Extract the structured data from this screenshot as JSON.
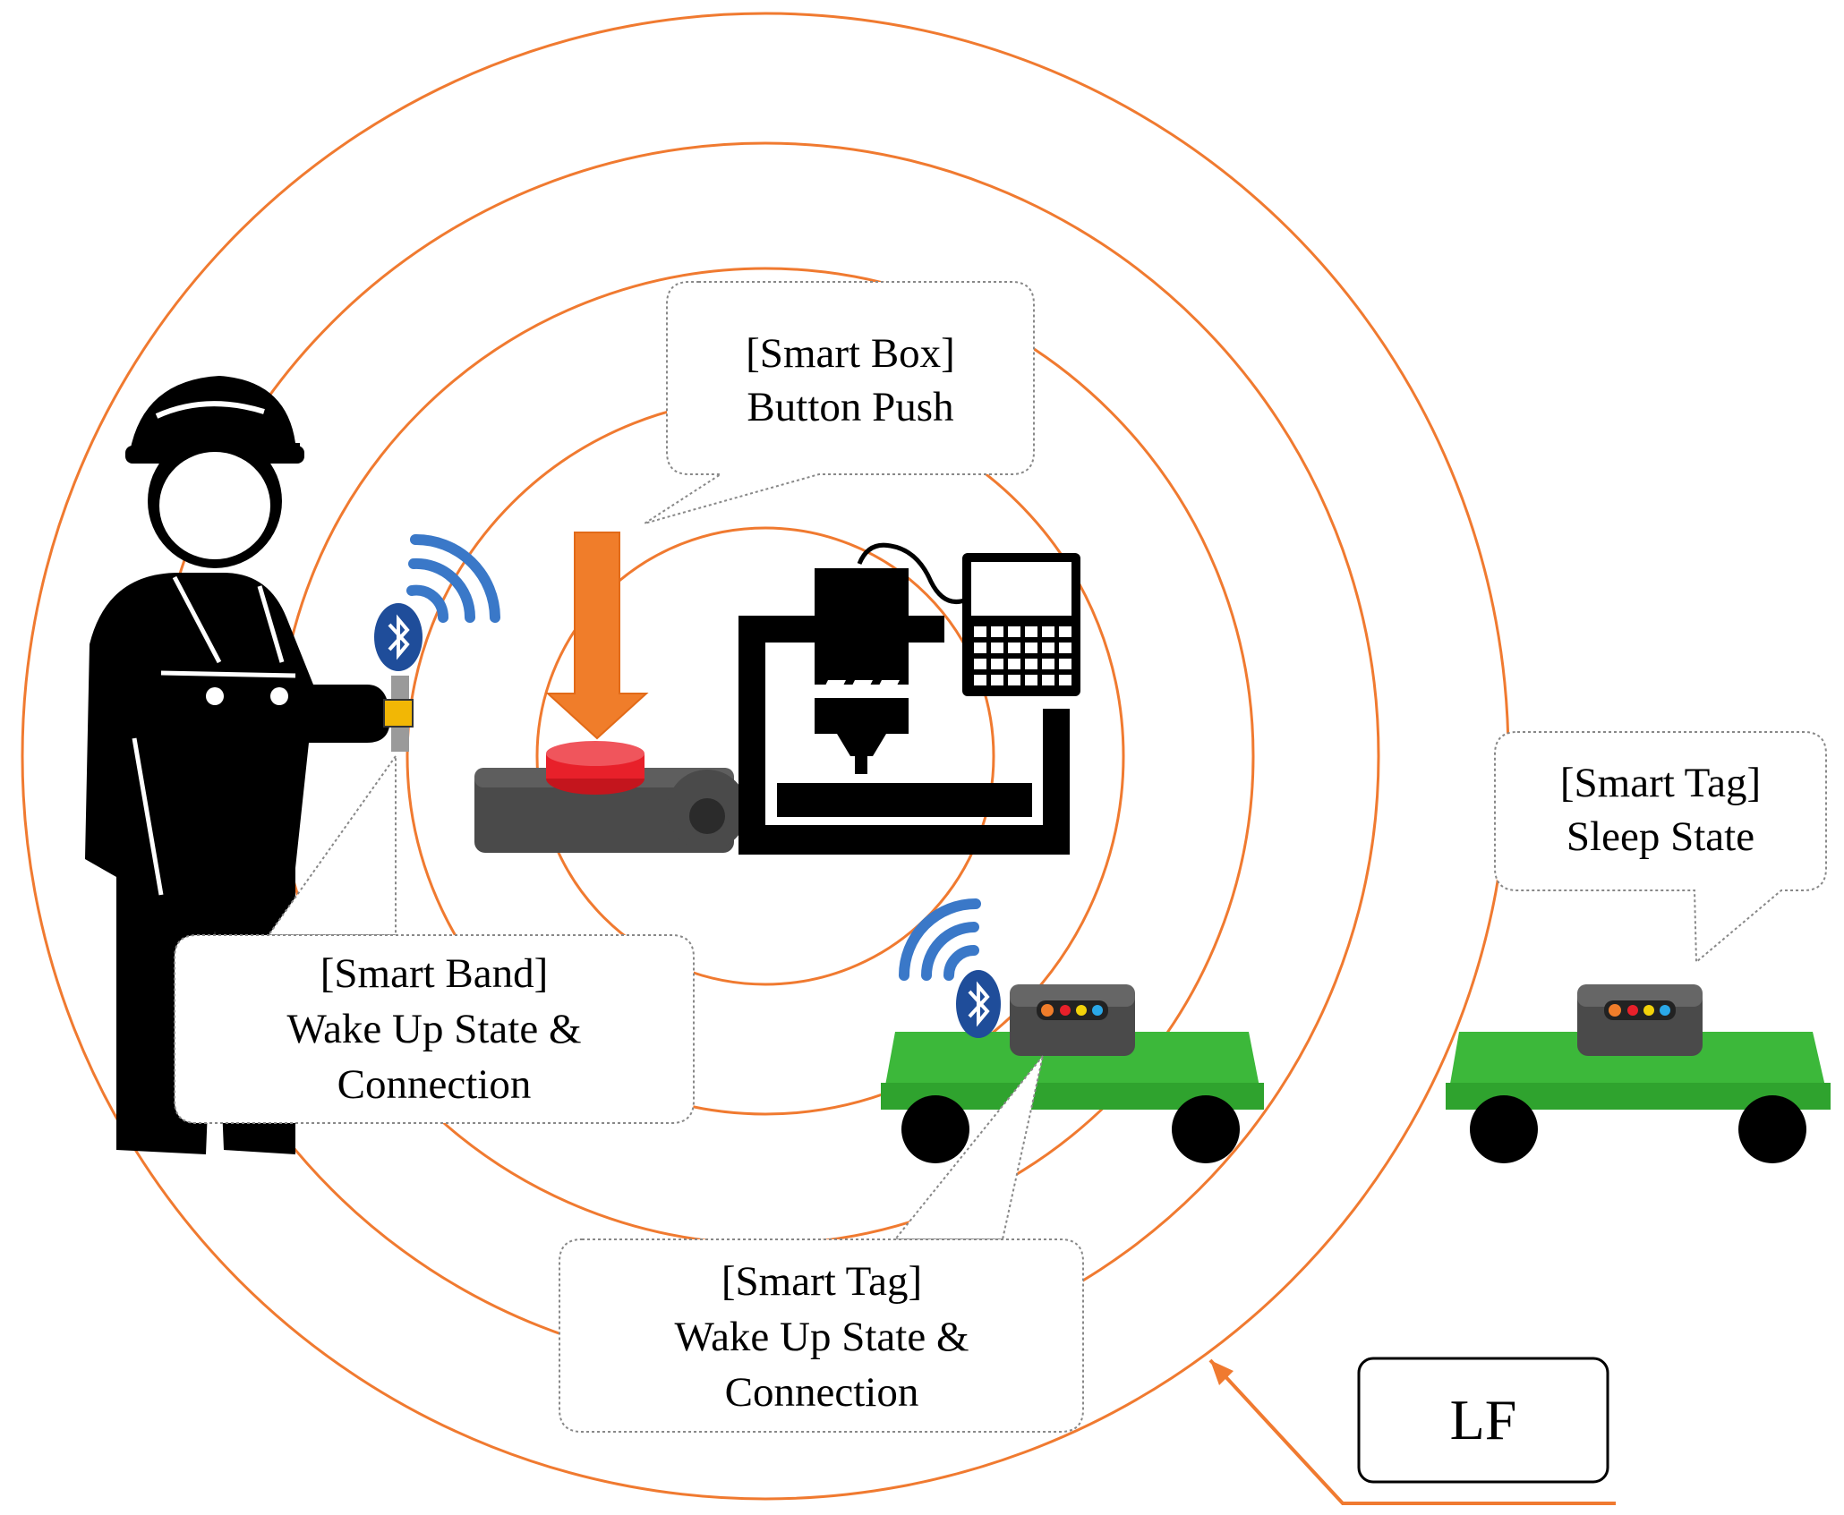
{
  "callouts": {
    "smart_box": {
      "line1": "[Smart Box]",
      "line2": "Button Push"
    },
    "smart_band": {
      "line1": "[Smart Band]",
      "line2": "Wake Up State &",
      "line3": "Connection"
    },
    "smart_tag_active": {
      "line1": "[Smart Tag]",
      "line2": "Wake Up State &",
      "line3": "Connection"
    },
    "smart_tag_sleep": {
      "line1": "[Smart Tag]",
      "line2": "Sleep State"
    }
  },
  "legend": {
    "label": "LF"
  },
  "icons": [
    "worker-icon",
    "bluetooth-icon",
    "wifi-signal-icon",
    "push-button-box-icon",
    "cnc-machine-icon",
    "cart-icon",
    "smart-tag-device-icon",
    "down-arrow-icon"
  ],
  "colors": {
    "lf_ring": "#f07a30",
    "arrow": "#f07d2a",
    "cart_green": "#3cb83a",
    "bluetooth_blue": "#1f4d9a",
    "signal_blue": "#3a78c8",
    "button_red": "#e8202a",
    "band_yellow": "#f2b705"
  }
}
